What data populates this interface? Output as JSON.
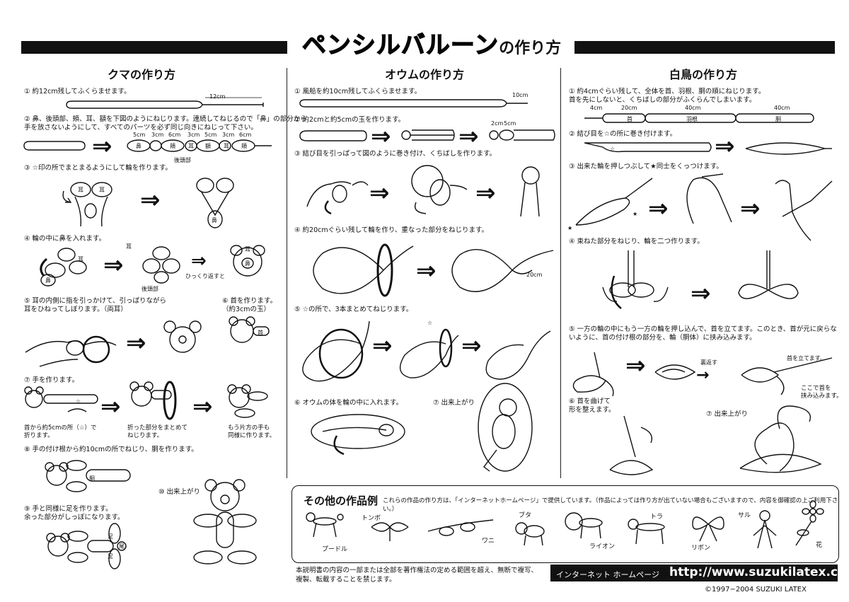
{
  "title": {
    "main": "ペンシルバルーン",
    "suffix": "の作り方"
  },
  "bear": {
    "heading": "クマの作り方",
    "s1": "① 約12cm残してふくらませます。",
    "s1_len": "12cm",
    "s2": "② 鼻、後頭部、頬、耳、額を下図のようにねじります。連続してねじるので「鼻」の部分から\n手を放さないようにして、すべてのパーツを必ず同じ向きにねじって下さい。",
    "s2_sizes": [
      "5cm",
      "3cm",
      "6cm",
      "3cm",
      "5cm",
      "3cm",
      "6cm"
    ],
    "s2_parts": [
      "鼻",
      "頬",
      "耳",
      "額",
      "耳",
      "頬"
    ],
    "s2_back": "後頭部",
    "s3": "③ ☆印の所でまとまるようにして輪を作ります。",
    "s3_labels": [
      "耳",
      "耳",
      "鼻"
    ],
    "s4": "④ 輪の中に鼻を入れます。",
    "s4_labels": [
      "耳",
      "鼻",
      "耳",
      "後頭部",
      "耳",
      "鼻"
    ],
    "s4_flip": "ひっくり返すと",
    "s5": "⑤ 耳の内側に指を引っかけて、引っぱりながら\n耳をひねってしぼります。（両耳）",
    "s6": "⑥ 首を作ります。\n（約3cmの玉）",
    "s6_label": "首",
    "s7": "⑦ 手を作ります。",
    "s7_a": "首から約5cmの所（☆）で\n折ります。",
    "s7_b": "折った部分をまとめて\nねじります。",
    "s7_c": "もう片方の手も\n同様に作ります。",
    "s8": "⑧ 手の付け根から約10cmの所でねじり、胴を作ります。",
    "s8_label": "胴",
    "s9": "⑨ 手と同様に足を作ります。\n余った部分がしっぽになります。",
    "s9_labels": [
      "足",
      "尾",
      "足"
    ],
    "s10": "⑩ 出来上がり"
  },
  "parrot": {
    "heading": "オウムの作り方",
    "s1": "① 風船を約10cm残してふくらませます。",
    "s1_len": "10cm",
    "s2": "② 約2cmと約5cmの玉を作ります。",
    "s2_sizes": [
      "2cm",
      "5cm"
    ],
    "s3": "③ 結び目を引っぱって図のように巻き付け、くちばしを作ります。",
    "s4": "④ 約20cmぐらい残して輪を作り、重なった部分をねじります。",
    "s4_len": "20cm",
    "s5": "⑤ ☆の所で、3本まとめてねじります。",
    "s6": "⑥ オウムの体を輪の中に入れます。",
    "s7": "⑦ 出来上がり"
  },
  "swan": {
    "heading": "白鳥の作り方",
    "s1": "① 約4cmぐらい残して、全体を首、羽根、胴の順にねじります。\n首を先にしないと、くちばしの部分がふくらんでしまいます。",
    "s1_sizes": [
      "4cm",
      "20cm",
      "40cm",
      "40cm"
    ],
    "s1_parts": [
      "首",
      "羽根",
      "胴"
    ],
    "s2": "② 結び目を☆の所に巻き付けます。",
    "s3": "③ 出来た輪を押しつぶして★同士をくっつけます。",
    "s4": "④ 束ねた部分をねじり、輪を二つ作ります。",
    "s5": "⑤ 一方の輪の中にもう一方の輪を押し込んで、首を立てます。このとき、首が元に戻らな\nいように、首の付け根の部分を、輪（胴体）に挟み込みます。",
    "s5_flip": "裏返す",
    "s5_neck": "首を立てます。",
    "s5_pinch": "ここで首を\n挟み込みます。",
    "s6": "⑥ 首を曲げて\n形を整えます。",
    "s7": "⑦ 出来上がり"
  },
  "others": {
    "title": "その他の作品例",
    "desc": "これらの作品の作り方は、「インターネットホームページ」で提供しています。（作品によっては作り方が出ていない場合もございますので、内容を御確認の上ご利用下さい。）",
    "items": [
      "プードル",
      "トンボ",
      "ワニ",
      "ブタ",
      "ライオン",
      "トラ",
      "リボン",
      "サル",
      "花"
    ]
  },
  "footer": {
    "legal": "本説明書の内容の一部または全部を著作権法の定める範囲を超え、無断で複写、\n複製、転載することを禁じます。",
    "home_label": "インターネット ホームページ",
    "url": "http://www.suzukilatex.co.jp",
    "copyright": "©1997−2004  SUZUKI LATEX"
  },
  "icons": [
    "right-arrow-icon",
    "star-icon",
    "black-star-icon",
    "rotate-arrow-icon"
  ],
  "colors": {
    "ink": "#111111",
    "paper": "#ffffff"
  }
}
